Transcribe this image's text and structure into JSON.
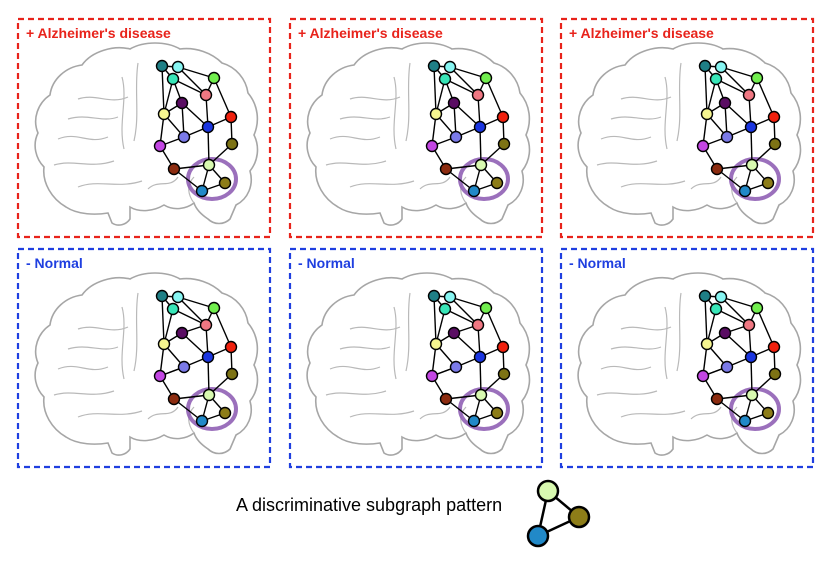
{
  "panels": [
    {
      "label": "+ Alzheimer's disease",
      "variant": "alzheimers",
      "color": "#e8231b"
    },
    {
      "label": "+ Alzheimer's disease",
      "variant": "alzheimers",
      "color": "#e8231b"
    },
    {
      "label": "+ Alzheimer's disease",
      "variant": "alzheimers",
      "color": "#e8231b"
    },
    {
      "label": "- Normal",
      "variant": "normal",
      "color": "#1f3fe0"
    },
    {
      "label": "- Normal",
      "variant": "normal",
      "color": "#1f3fe0"
    },
    {
      "label": "- Normal",
      "variant": "normal",
      "color": "#1f3fe0"
    }
  ],
  "caption": "A discriminative subgraph pattern",
  "highlight_color": "#8a57b0",
  "node_colors": [
    "#1f7f86",
    "#87f5f2",
    "#71ee4e",
    "#38e6b8",
    "#ef7782",
    "#5a0d63",
    "#f5f590",
    "#1a35e0",
    "#f0200d",
    "#7b7ae8",
    "#c346e3",
    "#7d7315",
    "#8c2c10",
    "#d8f9b0",
    "#2189c8",
    "#8d7d18"
  ],
  "pattern_nodes": [
    "#d8f9b0",
    "#2189c8",
    "#8d7d18"
  ],
  "pattern_edges": [
    [
      0,
      1
    ],
    [
      0,
      2
    ],
    [
      1,
      2
    ]
  ]
}
